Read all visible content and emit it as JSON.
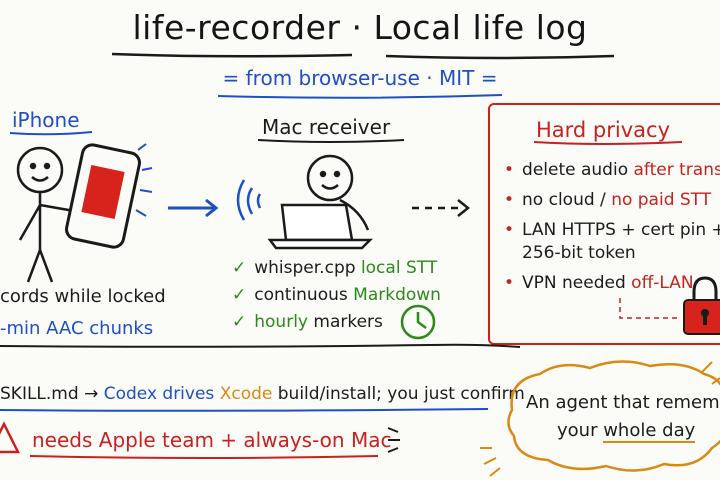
{
  "header": {
    "title_part1": "life-recorder",
    "title_separator": "·",
    "title_part2": "Local life log",
    "subtitle": "from browser-use · MIT"
  },
  "iphone": {
    "label": "iPhone",
    "note_locked": "cords while locked",
    "note_chunks": "-min AAC chunks"
  },
  "mac": {
    "label": "Mac receiver",
    "items": [
      {
        "pre": "whisper.cpp ",
        "hl": "local STT",
        "post": ""
      },
      {
        "pre": "continuous ",
        "hl": "Markdown",
        "post": ""
      },
      {
        "pre": "",
        "hl": "hourly",
        "post": " markers"
      }
    ]
  },
  "privacy": {
    "title": "Hard privacy",
    "items": [
      {
        "pre": "delete audio ",
        "hl": "after transcr",
        "post": ""
      },
      {
        "pre": "no cloud / ",
        "hl": "no paid STT",
        "post": ""
      },
      {
        "pre": "LAN HTTPS + cert pin +",
        "hl": "",
        "post": ""
      },
      {
        "pre": "VPN needed ",
        "hl": "off-LAN",
        "post": ""
      }
    ],
    "continuation": "256-bit token"
  },
  "bottom": {
    "skill_file": "SKILL.md",
    "arrow": "→",
    "codex": "Codex drives",
    "xcode": "Xcode",
    "rest": "build/install; you just confirm",
    "warning": "needs Apple team + always-on Mac"
  },
  "bubble": {
    "line1": "An agent that remember",
    "line2_pre": "your ",
    "line2_hl": "whole day"
  },
  "colors": {
    "blue": "#1f4fc2",
    "green": "#2c8a1c",
    "red": "#c9211e",
    "orange": "#d98a12"
  },
  "icons": [
    "stick-figure-icon",
    "phone-icon",
    "laptop-icon",
    "wifi-icon",
    "clock-icon",
    "padlock-icon",
    "warning-icon",
    "arrow-icon"
  ]
}
